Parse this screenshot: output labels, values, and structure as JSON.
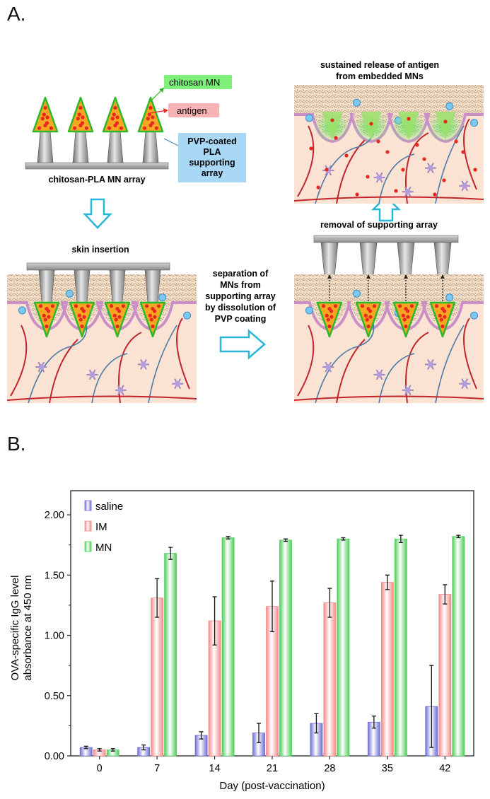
{
  "panel_a": {
    "letter": "A.",
    "label_chitosan_mn": "chitosan MN",
    "label_antigen": "antigen",
    "label_pvp_line1": "PVP-coated",
    "label_pvp_line2": "PLA",
    "label_pvp_line3": "supporting",
    "label_pvp_line4": "array",
    "label_array": "chitosan-PLA MN array",
    "label_skin_insertion": "skin insertion",
    "label_separation_line1": "separation of",
    "label_separation_line2": "MNs from",
    "label_separation_line3": "supporting array",
    "label_separation_line4": "by dissolution of",
    "label_separation_line5": "PVP coating",
    "label_removal": "removal of supporting array",
    "label_sustained_line1": "sustained release of antigen",
    "label_sustained_line2": "from embedded MNs",
    "colors": {
      "mn_fill": "#f5a623",
      "mn_border": "#2bb82b",
      "antigen_dot": "#e8281e",
      "support": "#9a9a9a",
      "arrow": "#29b6d8",
      "skin_top": "#f3d8c0",
      "dermis": "#fbe3d3",
      "highlight_green": "#7ef07a",
      "highlight_red": "#f7b3b3",
      "highlight_blue": "#a8d8f5"
    }
  },
  "panel_b": {
    "letter": "B."
  },
  "chart_data": {
    "type": "bar",
    "xlabel": "Day (post-vaccination)",
    "ylabel_line1": "OVA-specific IgG level",
    "ylabel_line2": "absorbance at 450 nm",
    "categories": [
      "0",
      "7",
      "14",
      "21",
      "28",
      "35",
      "42"
    ],
    "ylim": [
      0,
      2.2
    ],
    "yticks": [
      "0.00",
      "0.50",
      "1.00",
      "1.50",
      "2.00"
    ],
    "ytick_values": [
      0,
      0.5,
      1.0,
      1.5,
      2.0
    ],
    "legend_position": "top-left",
    "series": [
      {
        "name": "saline",
        "color": "#6f6fd6",
        "values": [
          0.07,
          0.07,
          0.17,
          0.19,
          0.27,
          0.28,
          0.41
        ],
        "errors": [
          0.01,
          0.02,
          0.03,
          0.08,
          0.08,
          0.05,
          0.34
        ]
      },
      {
        "name": "IM",
        "color": "#f58a8a",
        "values": [
          0.05,
          1.31,
          1.12,
          1.24,
          1.27,
          1.44,
          1.34
        ],
        "errors": [
          0.01,
          0.16,
          0.2,
          0.21,
          0.12,
          0.06,
          0.08
        ]
      },
      {
        "name": "MN",
        "color": "#4fcf5a",
        "values": [
          0.05,
          1.68,
          1.81,
          1.79,
          1.8,
          1.8,
          1.82
        ],
        "errors": [
          0.01,
          0.05,
          0.01,
          0.01,
          0.01,
          0.03,
          0.01
        ]
      }
    ]
  }
}
